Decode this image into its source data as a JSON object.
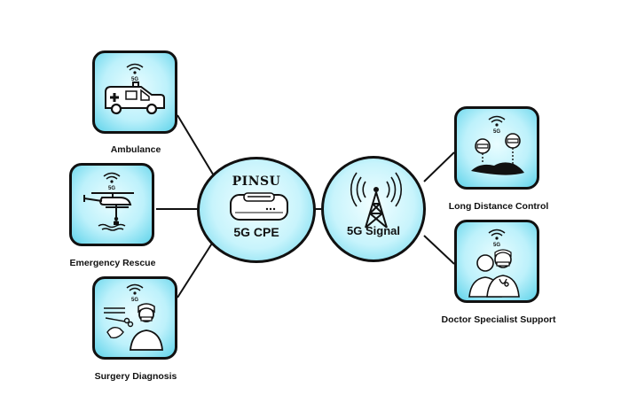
{
  "hubs": {
    "cpe": {
      "brand": "PINSU",
      "label": "5G CPE"
    },
    "signal": {
      "label": "5G Signal"
    }
  },
  "cards": {
    "ambulance": {
      "label": "Ambulance",
      "badge": "5G",
      "icon": "ambulance-icon"
    },
    "emergency_rescue": {
      "label": "Emergency Rescue",
      "badge": "5G",
      "icon": "helicopter-rescue-icon"
    },
    "surgery_diagnosis": {
      "label": "Surgery Diagnosis",
      "badge": "5G",
      "icon": "surgeon-instruments-icon"
    },
    "long_distance_control": {
      "label": "Long Distance Control",
      "badge": "5G",
      "icon": "remote-doctors-globe-icon"
    },
    "doctor_specialist_support": {
      "label": "Doctor Specialist Support",
      "badge": "5G",
      "icon": "doctors-team-icon"
    }
  },
  "colors": {
    "card_fill": "#bdf1fb",
    "card_edge": "#5fd3ea",
    "outline": "#111111"
  }
}
